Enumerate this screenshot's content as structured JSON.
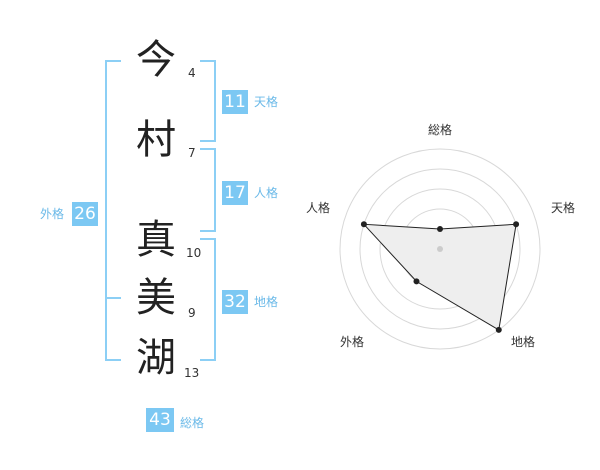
{
  "characters": [
    {
      "char": "今",
      "strokes": "4"
    },
    {
      "char": "村",
      "strokes": "7"
    },
    {
      "char": "真",
      "strokes": "10"
    },
    {
      "char": "美",
      "strokes": "9"
    },
    {
      "char": "湖",
      "strokes": "13"
    }
  ],
  "fortunes": {
    "tenkaku": {
      "value": "11",
      "label": "天格"
    },
    "jinkaku": {
      "value": "17",
      "label": "人格"
    },
    "chikaku": {
      "value": "32",
      "label": "地格"
    },
    "gaikaku": {
      "value": "26",
      "label": "外格"
    },
    "soukaku": {
      "value": "43",
      "label": "総格"
    }
  },
  "radar": {
    "axes": [
      "総格",
      "天格",
      "地格",
      "外格",
      "人格"
    ],
    "values": [
      1,
      4,
      5,
      2,
      4
    ],
    "max": 5,
    "fill_color": "#eeeeee",
    "line_color": "#222222"
  },
  "colors": {
    "accent": "#7cc8f3",
    "bracket": "#8ccff5"
  }
}
